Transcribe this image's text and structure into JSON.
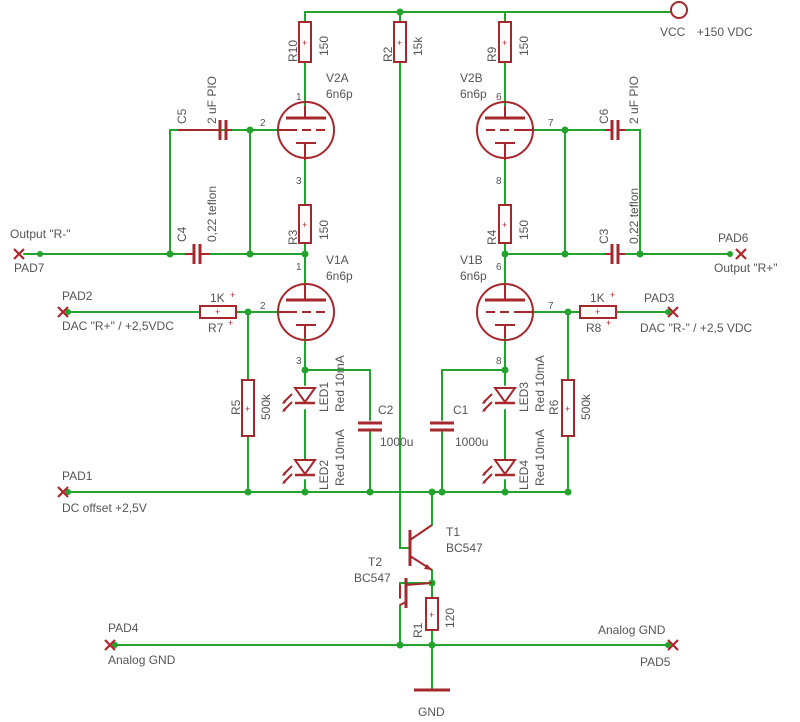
{
  "colors": {
    "wire": "#23a32d",
    "component": "#a6272c",
    "text": "#555555",
    "background": "#ffffff"
  },
  "supply": {
    "label": "VCC",
    "value": "+150 VDC",
    "ground_label": "GND"
  },
  "resistors": [
    {
      "name": "R10",
      "value": "150"
    },
    {
      "name": "R2",
      "value": "15k"
    },
    {
      "name": "R9",
      "value": "150"
    },
    {
      "name": "R3",
      "value": "150"
    },
    {
      "name": "R4",
      "value": "150"
    },
    {
      "name": "R7",
      "value": "1K"
    },
    {
      "name": "R8",
      "value": "1K"
    },
    {
      "name": "R5",
      "value": "500k"
    },
    {
      "name": "R6",
      "value": "500k"
    },
    {
      "name": "R1",
      "value": "120"
    }
  ],
  "capacitors": [
    {
      "name": "C5",
      "value": "2 uF PIO"
    },
    {
      "name": "C4",
      "value": "0,22 teflon"
    },
    {
      "name": "C6",
      "value": "2 uF PIO"
    },
    {
      "name": "C3",
      "value": "0,22 teflon"
    },
    {
      "name": "C2",
      "value": "1000u"
    },
    {
      "name": "C1",
      "value": "1000u"
    }
  ],
  "tubes": [
    {
      "name": "V2A",
      "type": "6n6p",
      "pins": [
        "1",
        "2",
        "3"
      ]
    },
    {
      "name": "V1A",
      "type": "6n6p",
      "pins": [
        "1",
        "2",
        "3"
      ]
    },
    {
      "name": "V2B",
      "type": "6n6p",
      "pins": [
        "6",
        "7",
        "8"
      ]
    },
    {
      "name": "V1B",
      "type": "6n6p",
      "pins": [
        "6",
        "7",
        "8"
      ]
    }
  ],
  "leds": [
    {
      "name": "LED1",
      "value": "Red 10mA"
    },
    {
      "name": "LED2",
      "value": "Red 10mA"
    },
    {
      "name": "LED3",
      "value": "Red 10mA"
    },
    {
      "name": "LED4",
      "value": "Red 10mA"
    }
  ],
  "transistors": [
    {
      "name": "T1",
      "type": "BC547"
    },
    {
      "name": "T2",
      "type": "BC547"
    }
  ],
  "pads": [
    {
      "name": "PAD7",
      "label": "Output \"R-\""
    },
    {
      "name": "PAD6",
      "label": "Output \"R+\""
    },
    {
      "name": "PAD2",
      "label": "DAC \"R+\" / +2,5VDC"
    },
    {
      "name": "PAD3",
      "label": "DAC \"R-\" / +2,5 VDC"
    },
    {
      "name": "PAD1",
      "label": "DC offset +2,5V"
    },
    {
      "name": "PAD4",
      "label": "Analog GND"
    },
    {
      "name": "PAD5",
      "label": "Analog GND"
    }
  ]
}
